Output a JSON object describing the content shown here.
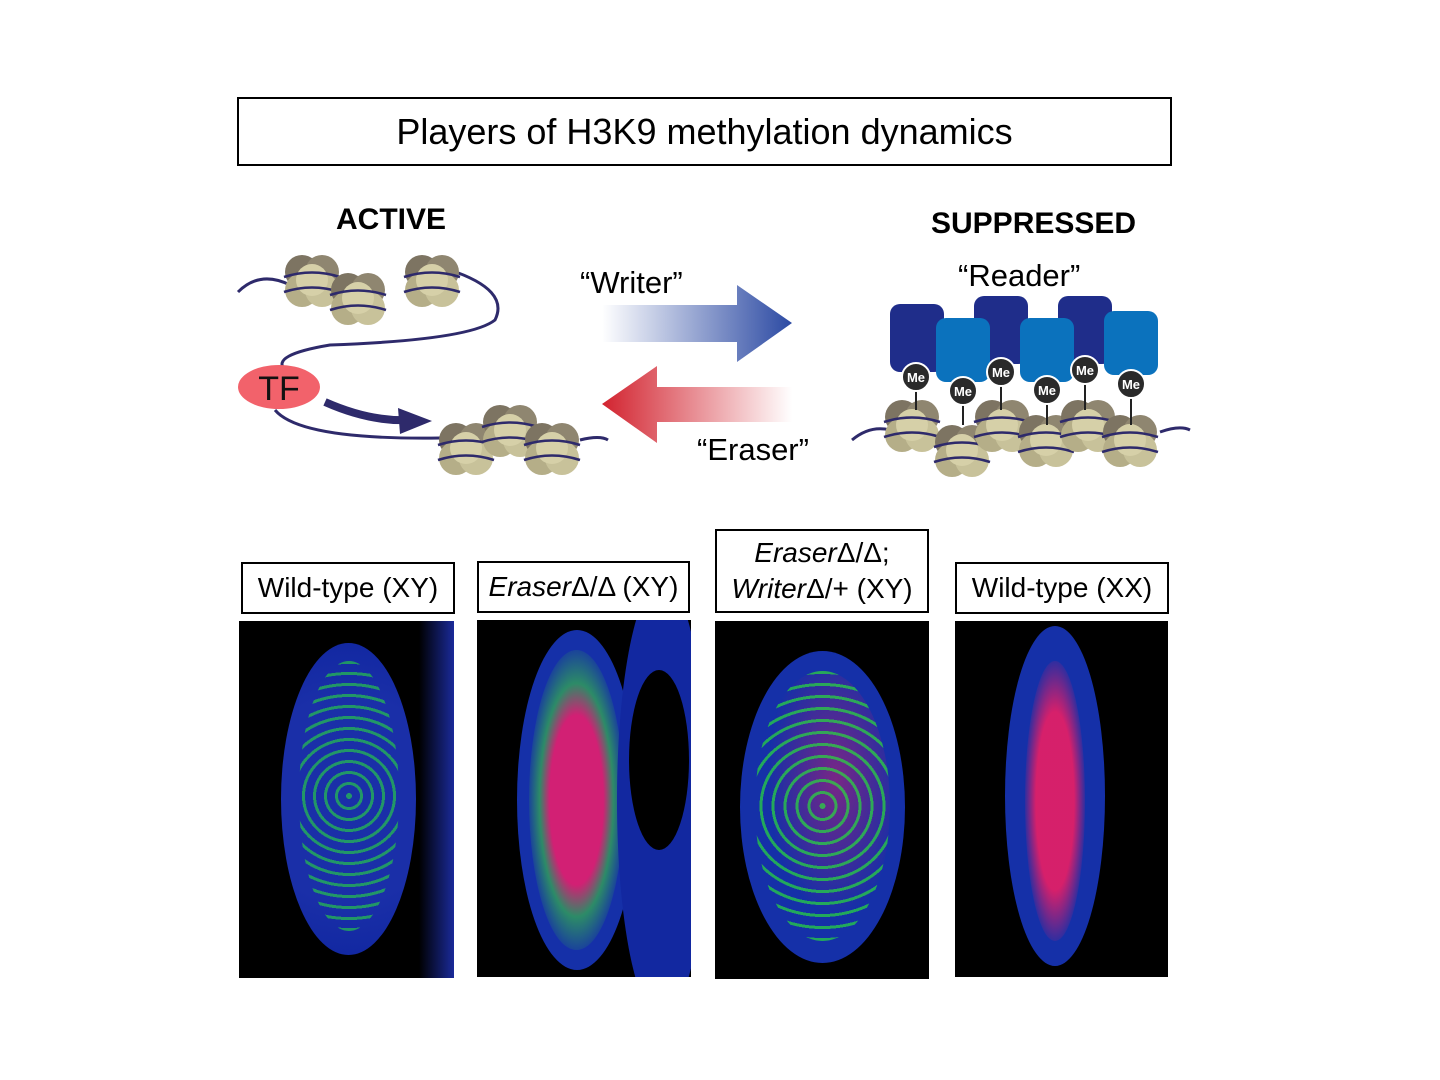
{
  "title": "Players of H3K9 methylation dynamics",
  "diagram": {
    "active_label": "ACTIVE",
    "suppressed_label": "SUPPRESSED",
    "writer_label": "“Writer”",
    "eraser_label": "“Eraser”",
    "reader_label": "“Reader”",
    "tf_label": "TF",
    "me_label": "Me",
    "colors": {
      "nucleosome": "#c8c29a",
      "nucleosome_dark": "#7d7462",
      "dna": "#2e2a6b",
      "tf": "#f2626b",
      "writer_arrow": "#2c4aa3",
      "eraser_arrow": "#d2232f",
      "reader_dark": "#1f2d8a",
      "reader_light": "#0b72bd"
    }
  },
  "panels": [
    {
      "label_parts": [
        {
          "text": "Wild-type (XY)",
          "italic": false
        }
      ]
    },
    {
      "label_parts": [
        {
          "text": "Eraser",
          "italic": true
        },
        {
          "text": "Δ/Δ (XY)",
          "italic": false
        }
      ]
    },
    {
      "line1": [
        {
          "text": "Eraser",
          "italic": true
        },
        {
          "text": "Δ/Δ;",
          "italic": false
        }
      ],
      "line2": [
        {
          "text": "Writer",
          "italic": true
        },
        {
          "text": "Δ/+ (XY)",
          "italic": false
        }
      ]
    },
    {
      "label_parts": [
        {
          "text": "Wild-type (XX)",
          "italic": false
        }
      ]
    }
  ]
}
